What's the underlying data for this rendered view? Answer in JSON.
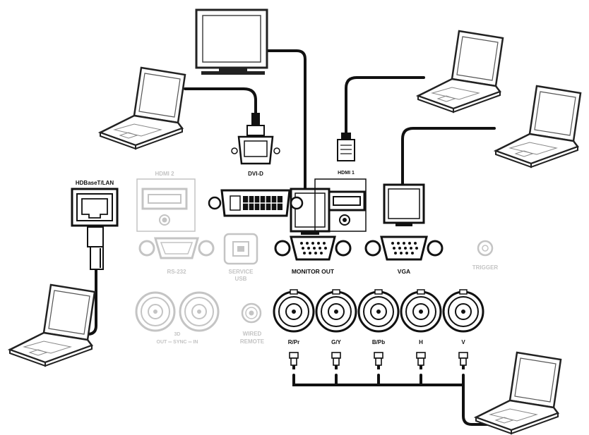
{
  "labels": {
    "hdbaset": "HDBaseT/LAN",
    "hdmi2": "HDMI 2",
    "dvid": "DVI-D",
    "hdmi1": "HDMI 1",
    "rs232": "RS-232",
    "service_1": "SERVICE",
    "service_2": "USB",
    "monitor_out": "MONITOR OUT",
    "vga": "VGA",
    "trigger": "TRIGGER",
    "three_d": "3D",
    "sync": "OUT ═ SYNC ═ IN",
    "wired_1": "WIRED",
    "wired_2": "REMOTE",
    "bnc_rpr": "R/Pr",
    "bnc_gy": "G/Y",
    "bnc_bpb": "B/Pb",
    "bnc_h": "H",
    "bnc_v": "V"
  },
  "colors": {
    "active": "#111111",
    "inactive": "#c4c4c4",
    "background": "#ffffff"
  },
  "icons": {
    "monitor": "monitor-icon",
    "laptop": "laptop-icon"
  }
}
